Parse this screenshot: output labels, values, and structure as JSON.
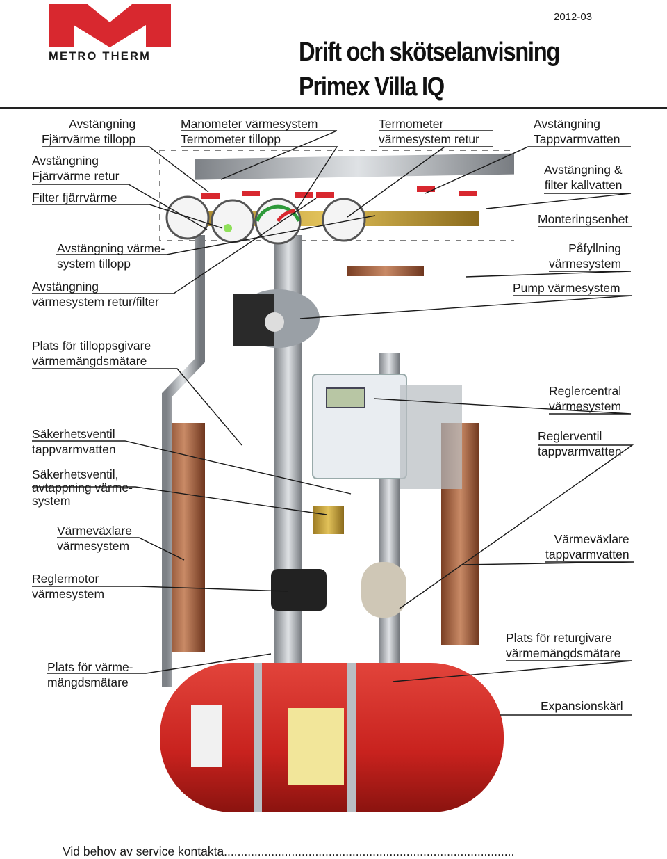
{
  "header": {
    "brand": "METRO THERM",
    "date": "2012-03",
    "title_line1": "Drift och skötselanvisning",
    "title_line2": "Primex Villa IQ"
  },
  "colors": {
    "brand_red": "#d8282f",
    "tank_red": "#c8221e",
    "brass": "#c9a23a",
    "steel": "#a9adb2",
    "copper": "#b5704a"
  },
  "labels": {
    "avst_fjv_tillopp": "Avstängning\nFjärrvärme tillopp",
    "avst_fjv_retur": "Avstängning\nFjärrvärme retur",
    "filter_fjv": "Filter fjärrvärme",
    "avst_vs_tillopp": "Avstängning värme-\nsystem tillopp",
    "avst_vs_retur": "Avstängning\nvärmesystem retur/filter",
    "plats_tillopp": "Plats för tilloppsgivare\nvärmemängdsmätare",
    "sakerhet_tapp": "Säkerhetsventil\ntappvarmvatten",
    "sakerhet_avtapp": "Säkerhetsventil,\navtappning värme-\nsystem",
    "vvx_vs": "Värmeväxlare\nvärmesystem",
    "reglermotor": "Reglermotor\nvärmesystem",
    "plats_varme": "Plats för värme-\nmängdsmätare",
    "manometer": "Manometer värmesystem\nTermometer tillopp",
    "termometer_retur": "Termometer\nvärmesystem retur",
    "avst_tapp": "Avstängning\nTappvarmvatten",
    "avst_filter_kall": "Avstängning &\nfilter kallvatten",
    "monteringsenhet": "Monteringsenhet",
    "pafyllning": "Påfyllning\nvärmesystem",
    "pump": "Pump värmesystem",
    "reglercentral": "Reglercentral\nvärmesystem",
    "reglerventil": "Reglerventil\ntappvarmvatten",
    "vvx_tapp": "Värmeväxlare\ntappvarmvatten",
    "plats_retur": "Plats för returgivare\nvärmemängdsmätare",
    "expansion": "Expansionskärl"
  },
  "footer": {
    "text": "Vid behov av service kontakta......................................................................................"
  }
}
